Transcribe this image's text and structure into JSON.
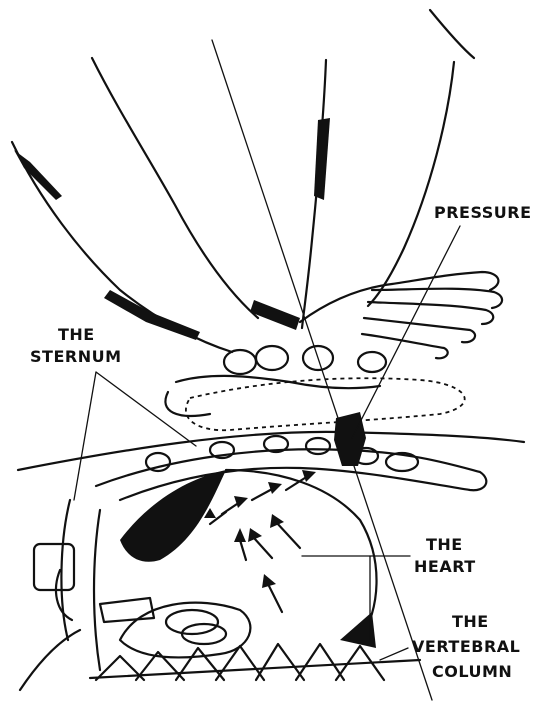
{
  "labels": {
    "pressure": "PRESSURE",
    "sternum_line1": "THE",
    "sternum_line2": "STERNUM",
    "heart_line1": "THE",
    "heart_line2": "HEART",
    "vertebral_line1": "THE",
    "vertebral_line2": "VERTEBRAL",
    "vertebral_line3": "COLUMN"
  }
}
